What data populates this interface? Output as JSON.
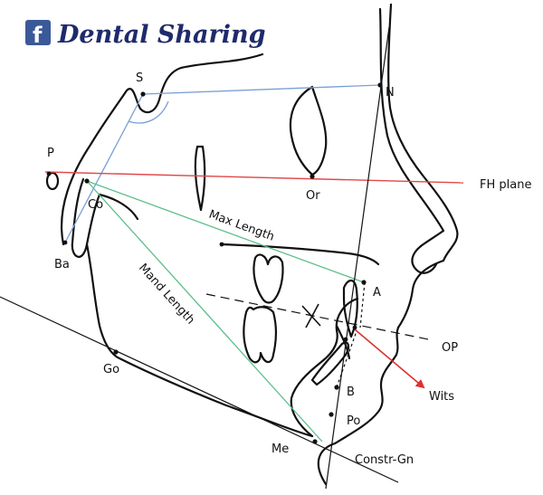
{
  "brand": {
    "icon": "facebook-icon",
    "name": "Dental Sharing",
    "color": "#1f2a6b",
    "icon_color": "#3b5998"
  },
  "colors": {
    "outline": "#111111",
    "sella_nasion": "#7a9fd6",
    "fh_plane": "#e04848",
    "lengths": "#5cbf8a",
    "wits": "#e03030"
  },
  "landmarks": {
    "s": "S",
    "n": "N",
    "p": "P",
    "or": "Or",
    "co": "Co",
    "ba": "Ba",
    "go": "Go",
    "a": "A",
    "b": "B",
    "po": "Po",
    "me": "Me",
    "constr_gn": "Constr-Gn"
  },
  "lines": {
    "fh_plane": "FH plane",
    "op": "OP",
    "max_length": "Max Length",
    "mand_length": "Mand Length",
    "wits": "Wits"
  }
}
